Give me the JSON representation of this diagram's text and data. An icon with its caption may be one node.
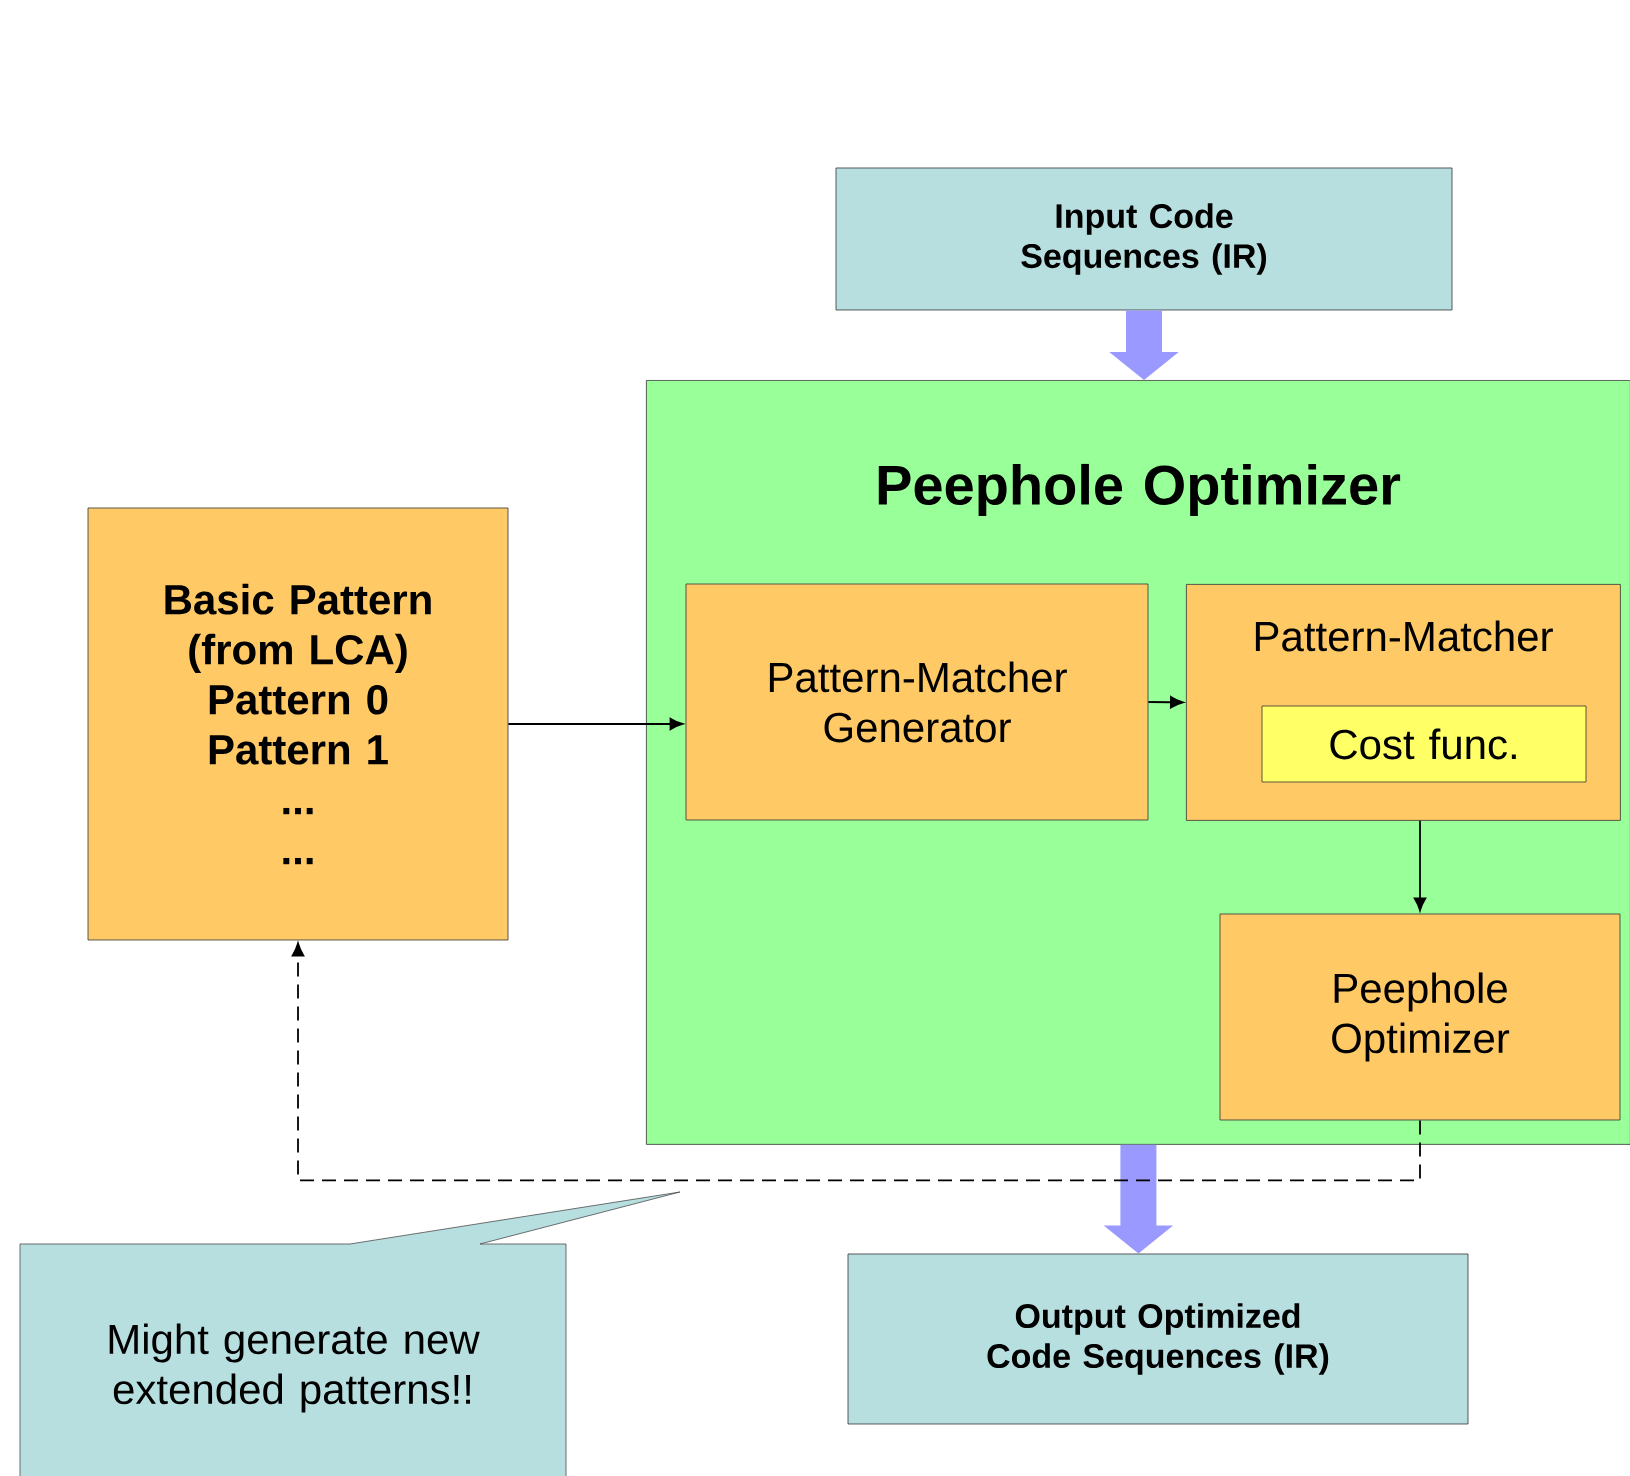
{
  "diagram": {
    "nodes": [
      {
        "text": [
          "Input Code Sequences (IR)"
        ]
      },
      {
        "text": [
          "Peephole Optimizer"
        ]
      },
      {
        "text": [
          "Basic Pattern (from LCA)",
          "Pattern 0",
          "Pattern 1",
          "...",
          "..."
        ]
      },
      {
        "text": [
          "Pattern-Matcher Generator"
        ],
        "in": 1
      },
      {
        "text": [
          "Pattern-Matcher"
        ],
        "in": 1
      },
      {
        "text": [
          "Cost func."
        ],
        "in": 4
      },
      {
        "text": [
          "Peephole Optimizer"
        ],
        "in": 1
      },
      {
        "text": [
          "Output Optimized Code Sequences (IR)"
        ]
      },
      {
        "text": [
          "Might generate new extended patterns!!"
        ]
      }
    ],
    "edges": [
      {
        "from": 0,
        "to": 1,
        "arrow": "to",
        "style": "thick",
        "color": "#9999ff"
      },
      {
        "from": 2,
        "to": 3,
        "arrow": "to"
      },
      {
        "from": 3,
        "to": 4,
        "arrow": "to"
      },
      {
        "from": 4,
        "to": 6,
        "arrow": "to"
      },
      {
        "from": 1,
        "to": 7,
        "arrow": "to",
        "style": "thick",
        "color": "#9999ff"
      },
      {
        "from": 6,
        "to": 2,
        "arrow": "to",
        "style": "dashed"
      }
    ]
  }
}
